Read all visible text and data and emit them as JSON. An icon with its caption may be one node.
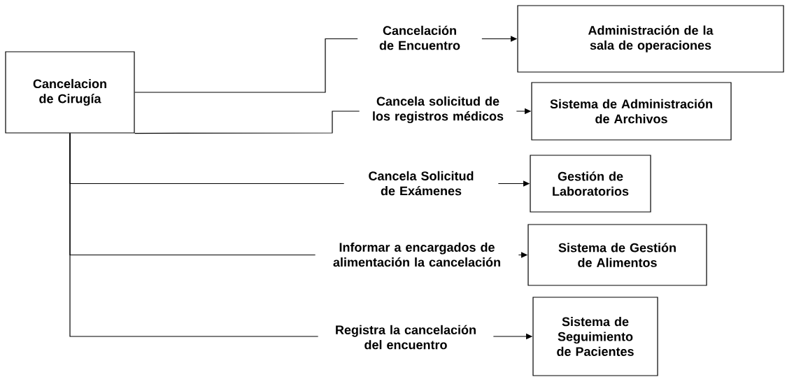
{
  "diagram": {
    "nodes": [
      {
        "text": [
          "Cancelacion de Cirugía"
        ]
      },
      {
        "text": [
          "Administración de la sala de operaciones"
        ]
      },
      {
        "text": [
          "Sistema de Administración de Archivos"
        ]
      },
      {
        "text": [
          "Gestión de Laboratorios"
        ]
      },
      {
        "text": [
          "Sistema de Gestión de Alimentos"
        ]
      },
      {
        "text": [
          "Sistema de Seguimiento de Pacientes"
        ]
      }
    ],
    "edges": [
      {
        "from": 0,
        "to": 1,
        "arrow": "to",
        "label": "Cancelación de Encuentro"
      },
      {
        "from": 0,
        "to": 2,
        "arrow": "to",
        "label": "Cancela solicitud de los registros médicos"
      },
      {
        "from": 0,
        "to": 3,
        "arrow": "to",
        "label": "Cancela Solicitud de Exámenes"
      },
      {
        "from": 0,
        "to": 4,
        "arrow": "to",
        "label": "Informar a encargados de alimentación la cancelación"
      },
      {
        "from": 0,
        "to": 5,
        "arrow": "to",
        "label": "Registra la cancelación del encuentro"
      }
    ]
  }
}
